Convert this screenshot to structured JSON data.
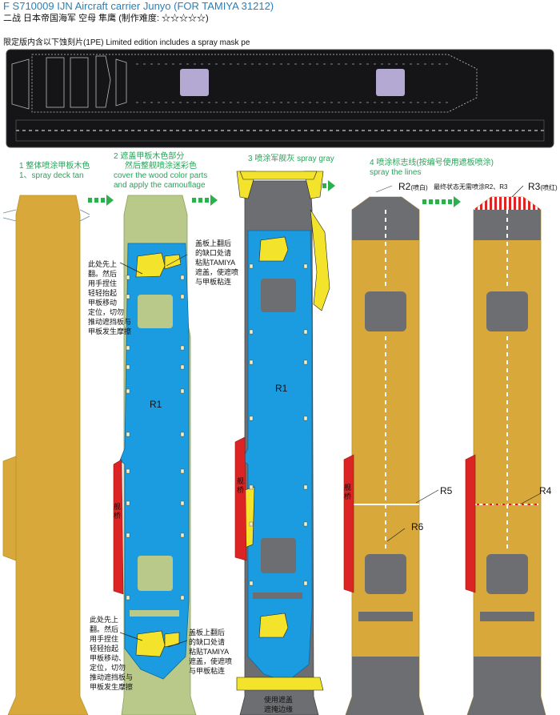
{
  "header": {
    "title": "F S710009 IJN Aircraft carrier Junyo  (FOR TAMIYA  31212)",
    "subtitle": "二战 日本帝国海军 空母 隼鹰 (制作难度: ☆☆☆☆☆)",
    "limited_note": "限定版内含以下蚀刻片(1PE) Limited edition includes a spray mask pe"
  },
  "steps": [
    {
      "cn": "1 整体喷涂甲板木色",
      "en": "1、spray deck tan"
    },
    {
      "cn": "2 遮盖甲板木色部分",
      "cn2": "然后整舰喷涂迷彩色",
      "en": "cover the wood color parts",
      "en2": "and apply the camouflage"
    },
    {
      "cn": "3 喷涂军舰灰 spray gray"
    },
    {
      "cn": "4 喷涂标志线(按编号使用遮板喷涂)",
      "en": "spray the lines"
    }
  ],
  "annotations": {
    "lift_top": [
      "此处先上",
      "翻。然后",
      "用手捏住",
      "轻轻抬起",
      "甲板移动",
      "定位，切勿",
      "推动遮挡板与",
      "甲板发生摩擦"
    ],
    "lift_bottom": [
      "此处先上",
      "翻。然后",
      "用手捏住",
      "轻轻抬起",
      "甲板移动、",
      "定位，切勿",
      "推动遮挡板与",
      "甲板发生摩擦"
    ],
    "cover_top": [
      "盖板上翻后",
      "的缺口处请",
      "粘贴TAMIYA",
      "遮盖，使遮喷",
      "与甲板粘连"
    ],
    "cover_bottom": [
      "盖板上翻后",
      "的缺口处请",
      "粘贴TAMIYA",
      "遮盖，使遮喷",
      "与甲板粘连"
    ],
    "edge_mask": [
      "使用遮盖",
      "遮掩边缘"
    ],
    "final_state": "最终状态无需喷涂R2、R3",
    "island": "舰桥",
    "r2_note": "(喷白)",
    "r3_note": "(喷红)"
  },
  "labels": {
    "r1": "R1",
    "r2": "R2",
    "r3": "R3",
    "r4": "R4",
    "r5": "R5",
    "r6": "R6"
  },
  "colors": {
    "tan": "#d8a93a",
    "green": "#b9c98a",
    "blue": "#1b9ce0",
    "gray": "#6c6e71",
    "yellow": "#f3e32b",
    "red": "#dc2424",
    "arrow": "#2bb04d",
    "pe_sheet": "#151517"
  }
}
